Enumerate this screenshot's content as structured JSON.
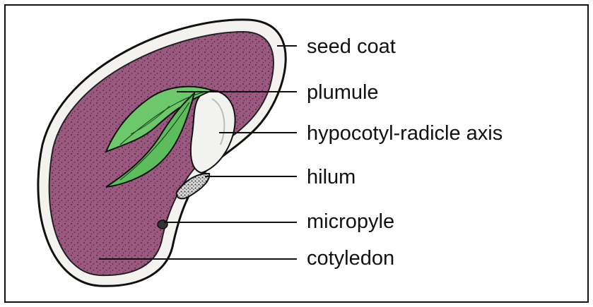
{
  "labels": {
    "seed_coat": "seed coat",
    "plumule": "plumule",
    "hypocotyl": "hypocotyl-radicle axis",
    "hilum": "hilum",
    "micropyle": "micropyle",
    "cotyledon": "cotyledon"
  },
  "colors": {
    "seed_coat_fill": "#f4f2ee",
    "cotyledon_fill": "#9a5a80",
    "cotyledon_dots": "#4a1a3a",
    "plumule_fill": "#6cc86a",
    "hypocotyl_fill": "#f2f2ee",
    "outline": "#111111",
    "label_text": "#111111"
  }
}
